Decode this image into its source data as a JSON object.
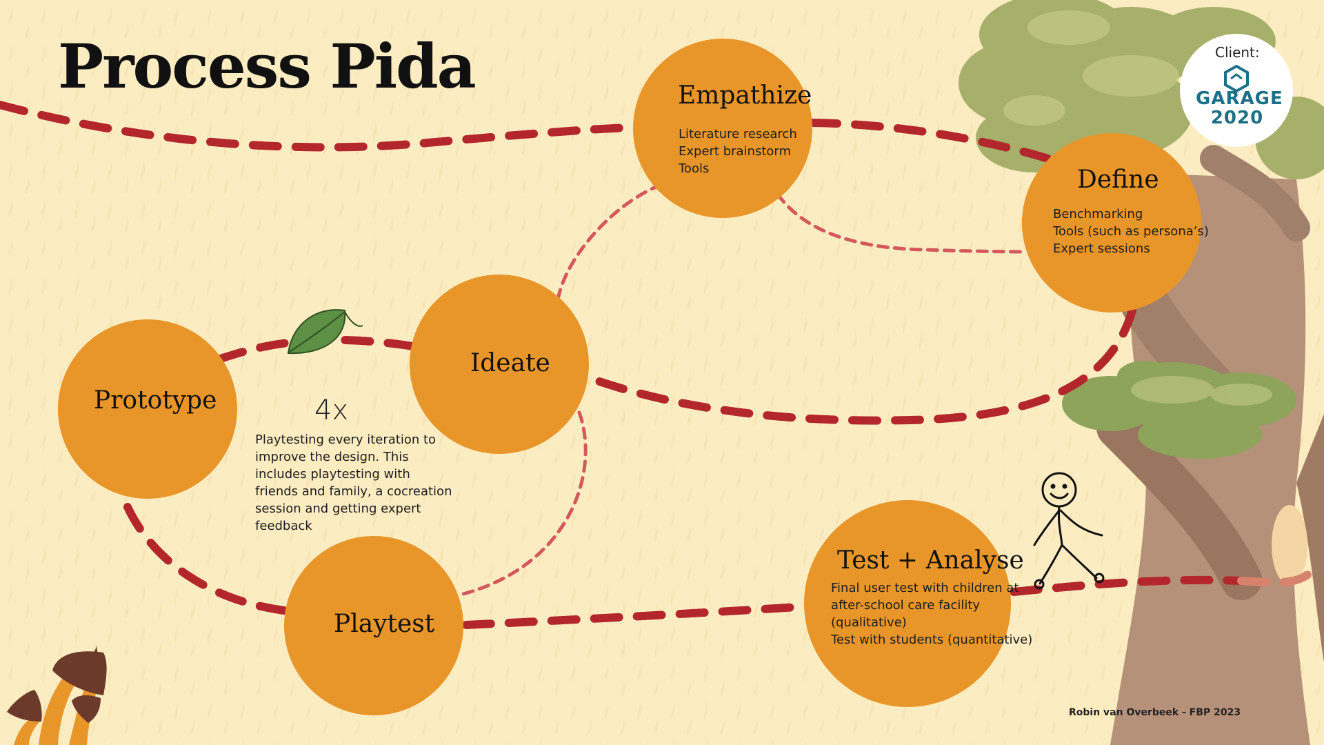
{
  "title": "Process Pida",
  "colors": {
    "background": "#fcecc2",
    "node_fill": "#e8962a",
    "path_red": "#b3262b",
    "path_pink": "#d4585b",
    "brand_teal": "#1b6f86",
    "tree_green": "#a8b46a",
    "trunk": "#b08b6e"
  },
  "nodes": {
    "empathize": {
      "title": "Empathize",
      "items": [
        "Literature research",
        "Expert brainstorm",
        "Tools"
      ]
    },
    "define": {
      "title": "Define",
      "items": [
        "Benchmarking",
        "Tools (such as persona’s)",
        "Expert sessions"
      ]
    },
    "ideate": {
      "title": "Ideate"
    },
    "prototype": {
      "title": "Prototype"
    },
    "playtest": {
      "title": "Playtest"
    },
    "test_analyse": {
      "title": "Test + Analyse",
      "items": [
        "Final user test with children at",
        "after-school care facility",
        "(qualitative)",
        "Test with students (quantitative)"
      ]
    }
  },
  "iteration": {
    "count": "4x",
    "description": "Playtesting every iteration to improve the design. This includes playtesting with friends and family, a cocreation session and getting expert feedback"
  },
  "client": {
    "label": "Client:",
    "name": "GARAGE",
    "year": "2020",
    "logo_icon": "hexagon-logo-icon"
  },
  "credit": "Robin van Overbeek - FBP 2023",
  "decorations": [
    "leaf-icon",
    "tree-icon",
    "mushroom-icon",
    "stick-figure-icon"
  ]
}
